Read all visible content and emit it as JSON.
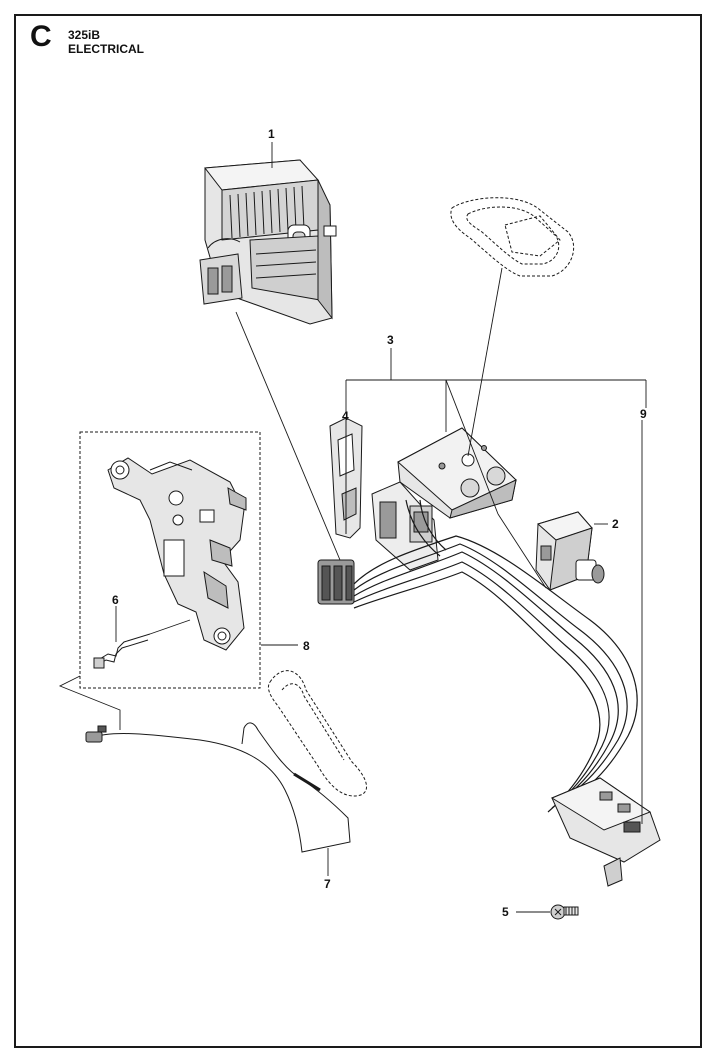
{
  "header": {
    "section": "C",
    "model": "325iB",
    "title": "ELECTRICAL"
  },
  "callouts": [
    "1",
    "2",
    "3",
    "4",
    "5",
    "6",
    "7",
    "8",
    "9"
  ],
  "colors": {
    "line": "#1a1a1a",
    "part_fill": "#e6e6e6",
    "part_dark": "#9a9a9a",
    "background": "#ffffff"
  }
}
